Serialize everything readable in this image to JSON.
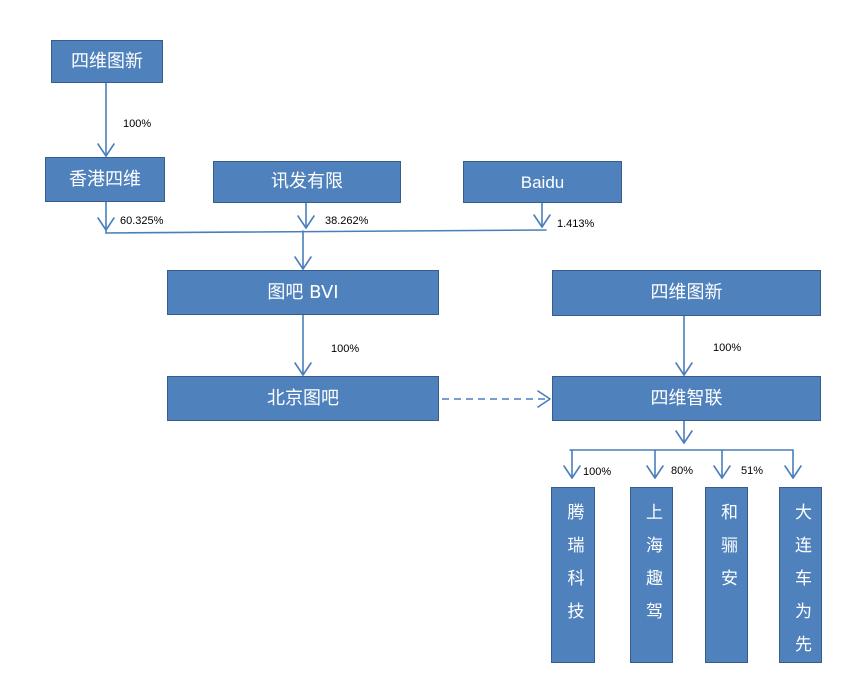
{
  "colors": {
    "box_fill": "#4F81BD",
    "box_border": "#385D8A",
    "connector": "#4A7EBB",
    "label_text": "#000000",
    "box_text": "#FFFFFF"
  },
  "entities": {
    "navinfo_top": "四维图新",
    "hk_siwei": "香港四维",
    "xunfa": "讯发有限",
    "baidu": "Baidu",
    "tuba_bvi": "图吧 BVI",
    "navinfo_right": "四维图新",
    "beijing_tuba": "北京图吧",
    "siwei_zhilian": "四维智联",
    "tengrui": "腾瑞科技",
    "shanghai_qujia": "上海趣驾",
    "helian": "和骊安",
    "dalian": "大连车为先"
  },
  "ownership": {
    "navinfo_to_hk": "100%",
    "hk_to_tuba_bvi": "60.325%",
    "xunfa_to_tuba_bvi": "38.262%",
    "baidu_to_tuba_bvi": "1.413%",
    "tuba_bvi_to_beijing_tuba": "100%",
    "navinfo_to_siwei_zhilian": "100%",
    "zhilian_to_tengrui": "100%",
    "zhilian_to_shanghai_qujia": "80%",
    "zhilian_to_helian": "51%"
  }
}
